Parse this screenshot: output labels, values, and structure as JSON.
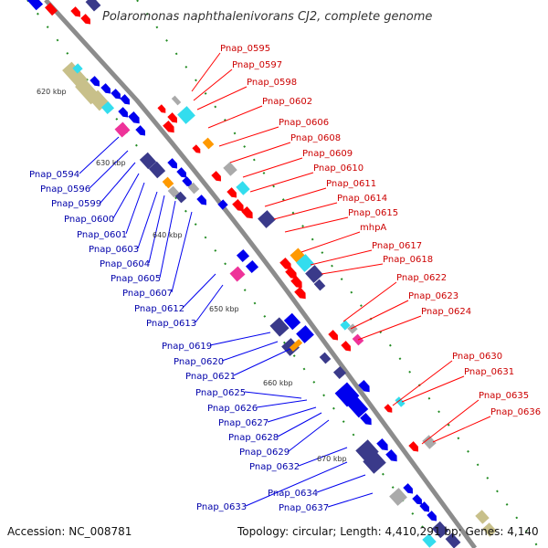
{
  "map": {
    "title": "Polaromonas naphthalenivorans CJ2, complete genome",
    "accession": "Accession: NC_008781",
    "summary": "Topology: circular; Length: 4,410,291 bp; Genes: 4,140"
  },
  "ticks": [
    "620 kbp",
    "630 kbp",
    "640 kbp",
    "650 kbp",
    "660 kbp",
    "670 kbp"
  ],
  "labels_right": [
    "Pnap_0595",
    "Pnap_0597",
    "Pnap_0598",
    "Pnap_0602",
    "Pnap_0606",
    "Pnap_0608",
    "Pnap_0609",
    "Pnap_0610",
    "Pnap_0611",
    "Pnap_0614",
    "Pnap_0615",
    "mhpA",
    "Pnap_0617",
    "Pnap_0618",
    "Pnap_0622",
    "Pnap_0623",
    "Pnap_0624",
    "Pnap_0630",
    "Pnap_0631",
    "Pnap_0635",
    "Pnap_0636"
  ],
  "labels_left": [
    "Pnap_0594",
    "Pnap_0596",
    "Pnap_0599",
    "Pnap_0600",
    "Pnap_0601",
    "Pnap_0603",
    "Pnap_0604",
    "Pnap_0605",
    "Pnap_0607",
    "Pnap_0612",
    "Pnap_0613",
    "Pnap_0619",
    "Pnap_0620",
    "Pnap_0621",
    "Pnap_0625",
    "Pnap_0626",
    "Pnap_0627",
    "Pnap_0628",
    "Pnap_0629",
    "Pnap_0632",
    "Pnap_0634",
    "Pnap_0633",
    "Pnap_0637"
  ],
  "colors": {
    "backbone": "#8c8c8c",
    "red_gene": "#ff0000",
    "blue_gene": "#0000ee",
    "navy_gene": "#3a3a8a",
    "cyan_gene": "#33ddee",
    "magenta_gene": "#ee3399",
    "orange_gene": "#ff9900",
    "gray_gene": "#aaaaaa",
    "khaki_gene": "#c8c08a",
    "dots": "#228b22",
    "label_right": "#cc0000",
    "label_left": "#0000aa"
  }
}
